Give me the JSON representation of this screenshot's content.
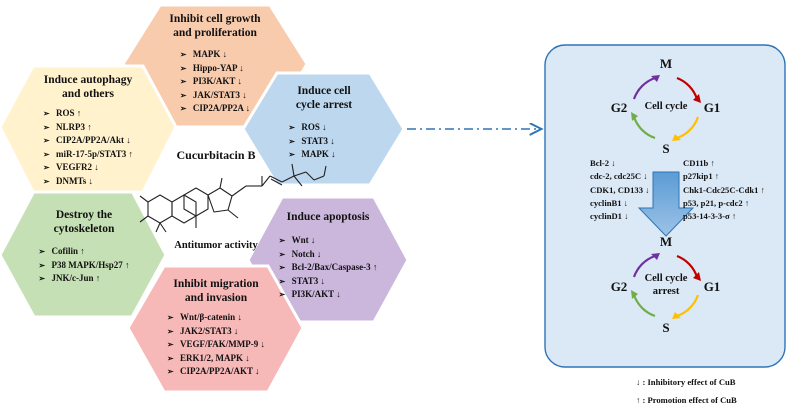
{
  "center": {
    "compound": "Cucurbitacin B",
    "caption": "Antitumor activity"
  },
  "hexagons": [
    {
      "key": "top",
      "title": [
        "Inhibit cell growth",
        "and proliferation"
      ],
      "items": [
        "MAPK ↓",
        "Hippo-YAP ↓",
        "PI3K/AKT ↓",
        "JAK/STAT3 ↓",
        "CIP2A/PP2A ↓"
      ],
      "fill": "#f8cbad",
      "stroke": "#c55a11"
    },
    {
      "key": "upper-right",
      "title": [
        "Induce cell",
        "cycle arrest"
      ],
      "items": [
        "ROS ↓",
        "STAT3 ↓",
        "MAPK ↓"
      ],
      "fill": "#bdd7ee",
      "stroke": "#2e75b6"
    },
    {
      "key": "lower-right",
      "title": [
        "Induce apoptosis"
      ],
      "items": [
        "Wnt ↓",
        "Notch ↓",
        "Bcl-2/Bax/Caspase-3 ↑",
        "STAT3 ↓",
        "PI3K/AKT ↓"
      ],
      "fill": "#cbb6dc",
      "stroke": "#7030a0"
    },
    {
      "key": "bottom",
      "title": [
        "Inhibit migration",
        "and invasion"
      ],
      "items": [
        "Wnt/β-catenin ↓",
        "JAK2/STAT3 ↓",
        "VEGF/FAK/MMP-9 ↓",
        "ERK1/2, MAPK ↓",
        "CIP2A/PP2A/AKT ↓"
      ],
      "fill": "#f7b8b8",
      "stroke": "#c00000"
    },
    {
      "key": "lower-left",
      "title": [
        "Destroy the",
        "cytoskeleton"
      ],
      "items": [
        "Cofilin ↑",
        "P38 MAPK/Hsp27 ↑",
        "JNK/c-Jun ↑"
      ],
      "fill": "#c5e0b4",
      "stroke": "#548235"
    },
    {
      "key": "upper-left",
      "title": [
        "Induce autophagy",
        "and others"
      ],
      "items": [
        "ROS ↑",
        "NLRP3 ↑",
        "CIP2A/PP2A/Akt ↓",
        "miR-17-5p/STAT3 ↑",
        "VEGFR2 ↓",
        "DNMTs ↓"
      ],
      "fill": "#fff2cc",
      "stroke": "#bf9000"
    }
  ],
  "cycle_panel": {
    "top_cycle": {
      "label": "Cell cycle",
      "phases": {
        "top": "M",
        "right": "G1",
        "bottom": "S",
        "left": "G2"
      }
    },
    "bottom_cycle": {
      "label": "Cell cycle arrest",
      "phases": {
        "top": "M",
        "right": "G1",
        "bottom": "S",
        "left": "G2"
      }
    },
    "down_list": [
      "Bcl-2 ↓",
      "cdc-2, cdc25C ↓",
      "CDK1, CD133 ↓",
      "cyclinB1 ↓",
      "cyclinD1 ↓"
    ],
    "up_list": [
      "CD11b ↑",
      "p27kip1 ↑",
      "Chk1-Cdc25C-Cdk1 ↑",
      "p53, p21, p-cdc2 ↑",
      "p53-14-3-3-σ ↑"
    ],
    "fill": "#dbe8f6",
    "stroke": "#2e75b6"
  },
  "legend": [
    "↓ : Inhibitory effect of CuB",
    "↑ : Promotion effect of CuB"
  ],
  "colors": {
    "arc_m_g1": "#c00000",
    "arc_g1_s": "#ffc000",
    "arc_s_g2": "#70ad47",
    "arc_g2_m": "#7030a0",
    "connector": "#2e75b6"
  }
}
